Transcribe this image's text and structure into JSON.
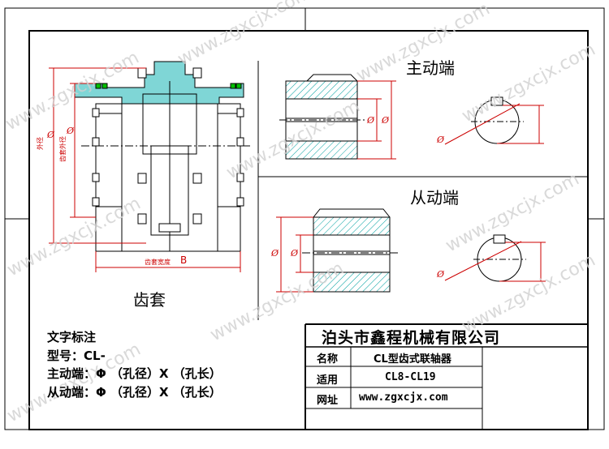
{
  "drawing": {
    "left_title": "齿套",
    "driving_title": "主动端",
    "driven_title": "从动端",
    "outer_dia_label": "外径",
    "sleeve_dia_label": "齿套外径",
    "sleeve_width_label": "齿套宽度",
    "width_symbol": "B",
    "phi": "Ø"
  },
  "notes": {
    "heading": "文字标注",
    "model_line": "型号：CL-",
    "driving_line": "主动端：Φ     （孔径）X          （孔长）",
    "driven_line": "从动端：Φ     （孔径）X          （孔长）"
  },
  "title_block": {
    "company": "泊头市鑫程机械有限公司",
    "name_label": "名称",
    "name_value": "CL型齿式联轴器",
    "use_label": "适用",
    "use_value": "CL8-CL19",
    "web_label": "网址",
    "web_value": "www.zgxcjx.com"
  },
  "watermark": "www.zgxcjx.com",
  "colors": {
    "line": "#000000",
    "dim": "#cc0000",
    "hatch": "#00a0a0",
    "fill": "#7fd6d6",
    "green": "#00c000"
  }
}
